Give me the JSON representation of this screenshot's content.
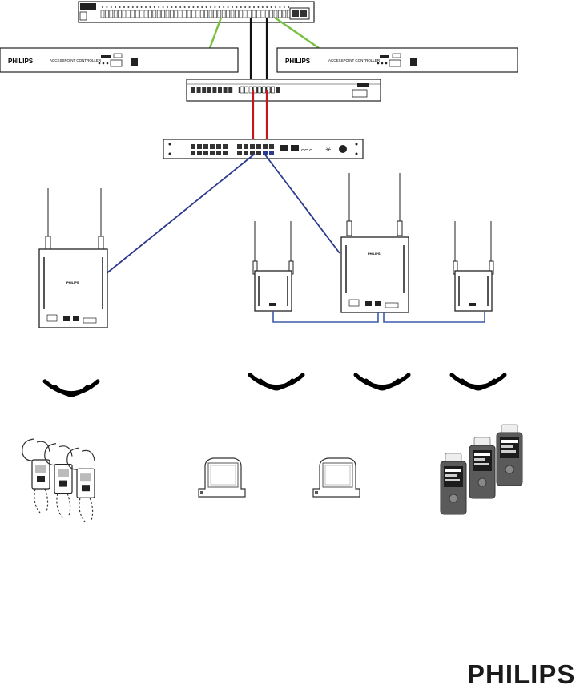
{
  "brand": {
    "logo_text": "PHILIPS",
    "device_brand": "PHILIPS",
    "controller_label": "ACCESSPOINT CONTROLLER",
    "ap_badge": "PHILIPS"
  },
  "colors": {
    "uplink_green": "#7ac142",
    "patch_black": "#111111",
    "patch_red": "#c4161c",
    "ethernet_blue": "#2b3a8f",
    "ap_link_blue": "#3b5aa8",
    "wireless_black": "#000000",
    "monitor_gray": "#6a6a6a"
  },
  "icons": {
    "core_switch": "network-switch-icon",
    "controller": "access-point-controller-icon",
    "switch": "network-switch-icon",
    "poe_switch": "poe-switch-icon",
    "access_point": "wireless-access-point-icon",
    "remote_ap": "remote-access-point-icon",
    "wireless": "wireless-signal-icon",
    "telemetry": "telemetry-transceiver-icon",
    "monitor": "patient-monitor-icon",
    "handheld": "handheld-monitor-icon"
  }
}
